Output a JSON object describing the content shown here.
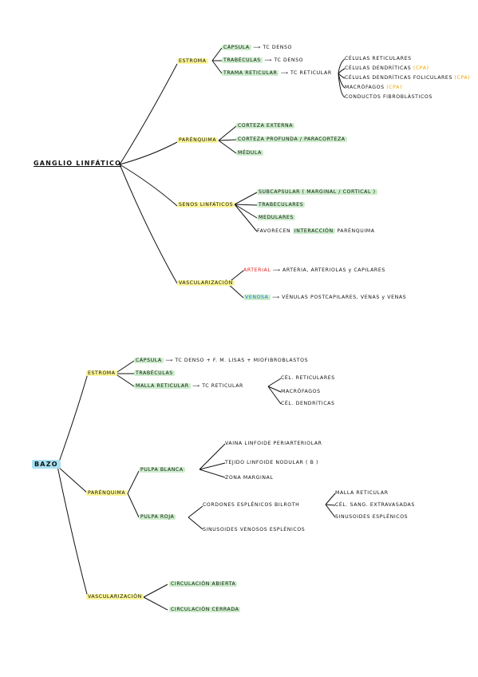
{
  "ganglio": {
    "title": "GANGLIO LINFÁTICO",
    "estroma": {
      "label": "ESTROMA",
      "capsula": "CÁPSULA",
      "capsula_to": "TC DENSO",
      "trabeculas": "TRABÉCULAS",
      "trabeculas_to": "TC DENSO",
      "trama": "TRAMA RETICULAR",
      "trama_to": "TC RETICULAR",
      "cells": [
        {
          "text": "CÉLULAS RETICULARES",
          "note": ""
        },
        {
          "text": "CÉLULAS DENDRÍTICAS",
          "note": "(CPA)"
        },
        {
          "text": "CÉLULAS DENDRÍTICAS FOLICULARES",
          "note": "(CPA)"
        },
        {
          "text": "MACRÓFAGOS",
          "note": "(CPA)"
        },
        {
          "text": "CONDUCTOS FIBROBLÁSTICOS",
          "note": ""
        }
      ]
    },
    "parenquima": {
      "label": "PARÉNQUIMA",
      "items": [
        "CORTEZA EXTERNA",
        "CORTEZA PROFUNDA / PARACORTEZA",
        "MÉDULA"
      ]
    },
    "senos": {
      "label": "SENOS LINFÁTICOS",
      "items": [
        "SUBCAPSULAR ( MARGINAL / CORTICAL )",
        "TRABECULARES",
        "MEDULARES"
      ],
      "favorecen_a": "FAVORECEN",
      "favorecen_b": "INTERACCIÓN",
      "favorecen_c": "PARÉNQUIMA"
    },
    "vasc": {
      "label": "VASCULARIZACIÓN",
      "arterial": "ARTERIAL",
      "arterial_to": "ARTERIA, ARTERIOLAS y CAPILARES",
      "venosa": "VENOSA",
      "venosa_to": "VÉNULAS POSTCAPILARES, VENAS y VENAS"
    }
  },
  "bazo": {
    "title": "BAZO",
    "estroma": {
      "label": "ESTROMA",
      "capsula": "CÁPSULA",
      "capsula_to": "TC DENSO + F. M. LISAS + MIOFIBROBLASTOS",
      "trabeculas": "TRABÉCULAS",
      "malla": "MALLA RETICULAR",
      "malla_to": "TC RETICULAR",
      "cells": [
        "CÉL. RETICULARES",
        "MACRÓFAGOS",
        "CÉL. DENDRÍTICAS"
      ]
    },
    "parenquima": {
      "label": "PARÉNQUIMA",
      "blanca": "PULPA BLANCA",
      "blanca_items": [
        "VAINA LINFOIDE PERIARTERIOLAR",
        "TEJIDO LINFOIDE NODULAR ( B )",
        "ZONA MARGINAL"
      ],
      "roja": "PULPA ROJA",
      "cordones": "CORDONES ESPLÉNICOS BILROTH",
      "cordones_items": [
        "MALLA RETICULAR",
        "CÉL. SANG. EXTRAVASADAS",
        "SINUSOIDES ESPLÉNICOS"
      ],
      "sinusoides": "SINUSOIDES VENOSOS ESPLÉNICOS"
    },
    "vasc": {
      "label": "VASCULARIZACIÓN",
      "items": [
        "CIRCULACIÓN ABIERTA",
        "CIRCULACIÓN CERRADA"
      ]
    }
  },
  "arrow": "⟶",
  "colors": {
    "yellow": "#fbf59a",
    "green": "#cdeecc",
    "blue": "#a8e1f2",
    "cpa": "#f0a500",
    "arterial": "#e02020",
    "venosa": "#1a78d6"
  }
}
